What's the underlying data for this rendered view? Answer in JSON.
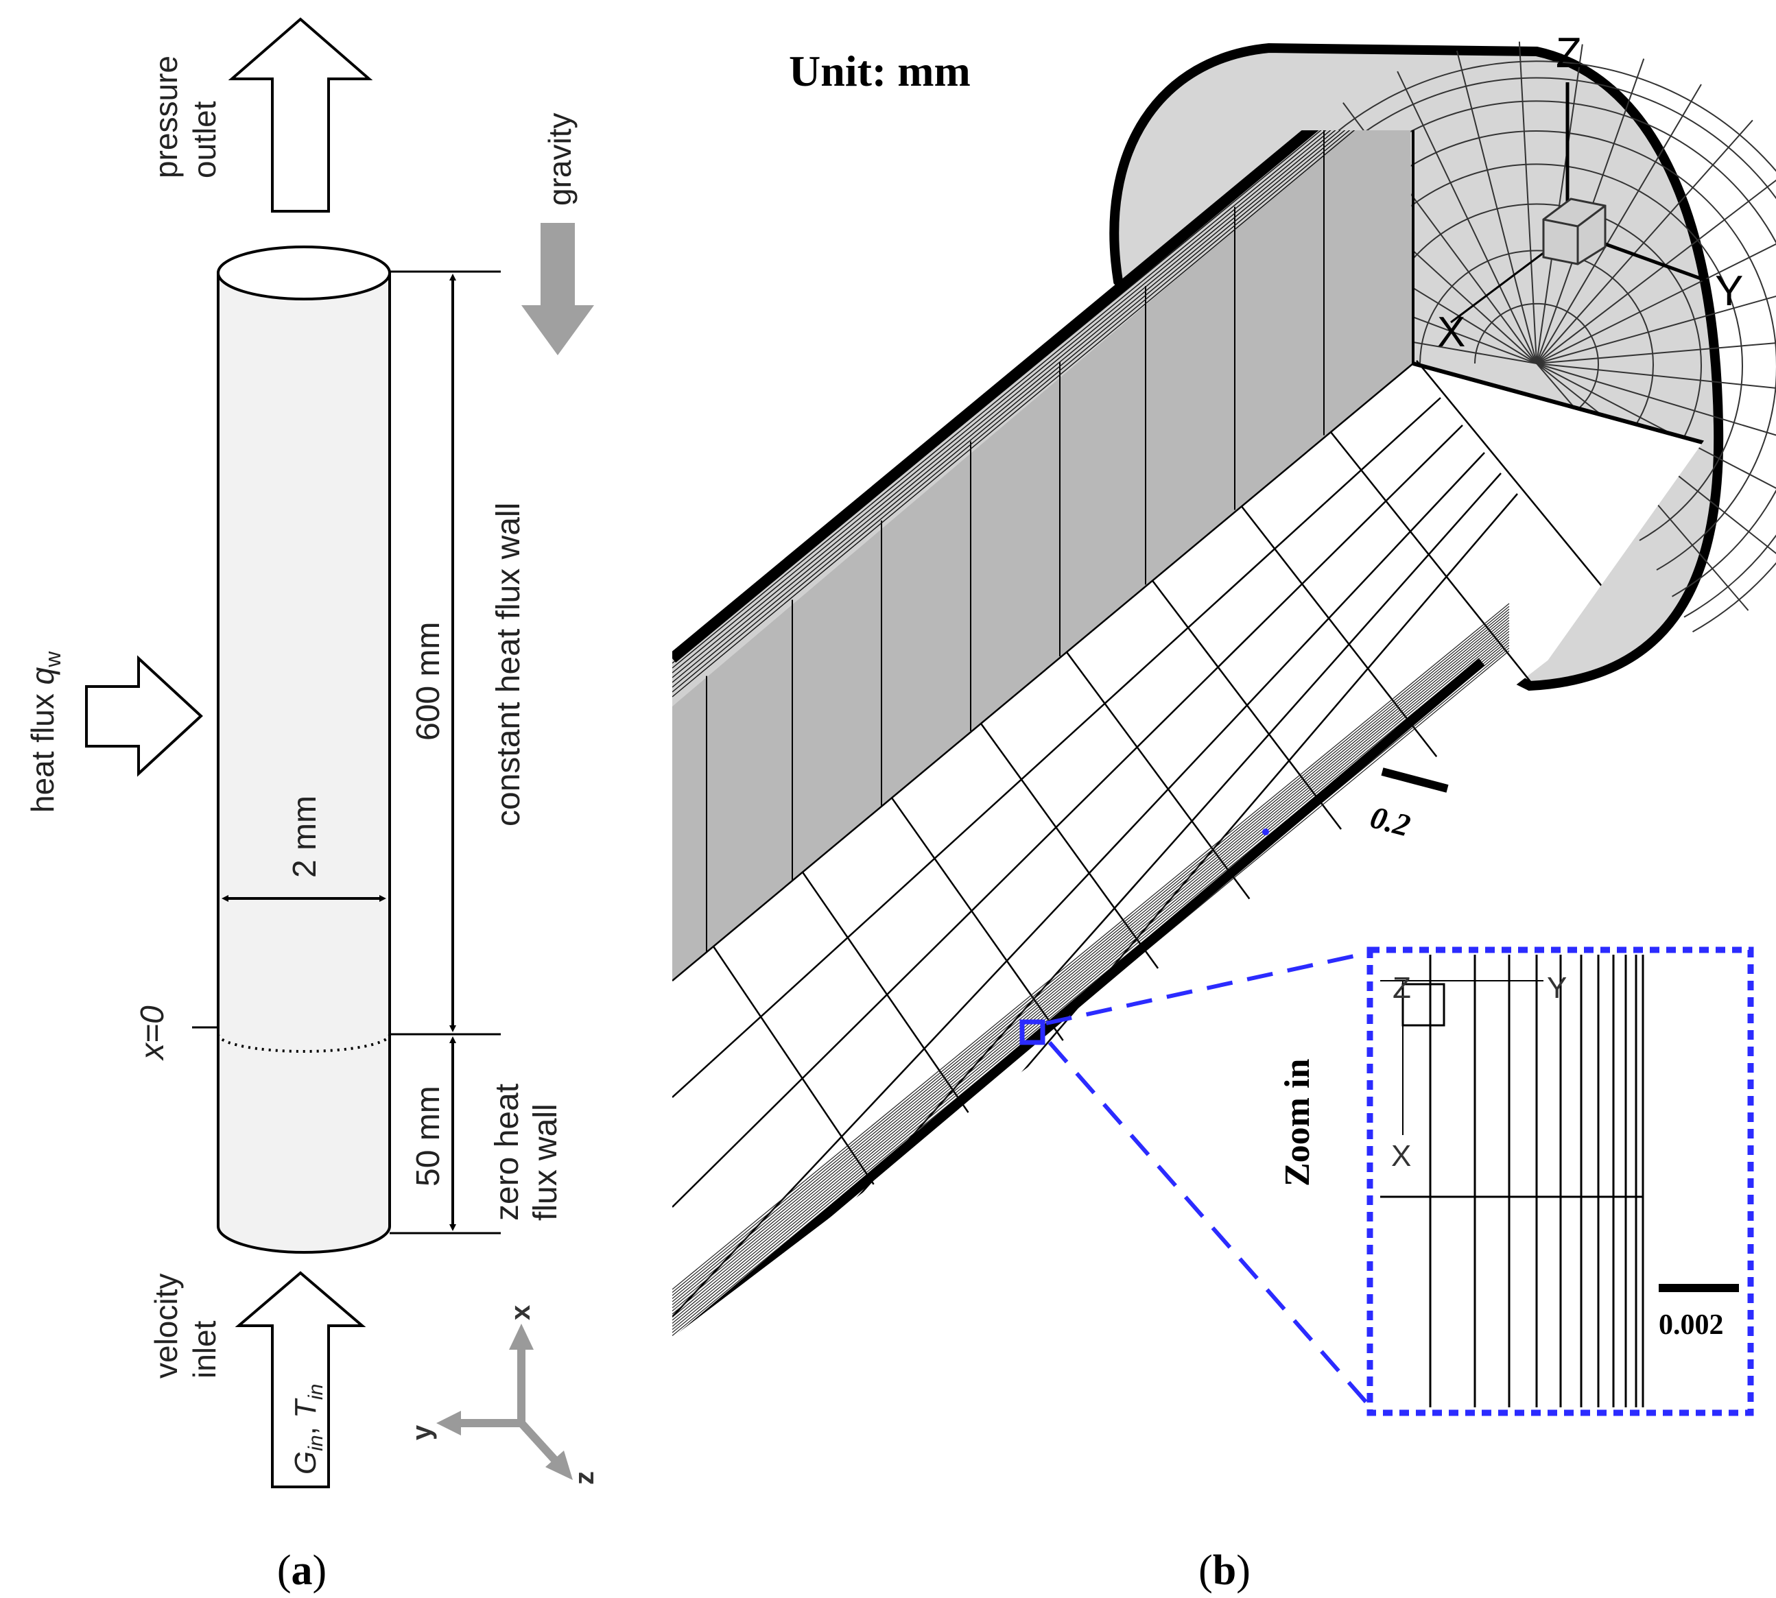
{
  "panel_a": {
    "caption_letter": "a",
    "labels": {
      "pressure_outlet_line1": "pressure",
      "pressure_outlet_line2": "outlet",
      "gravity": "gravity",
      "heat_flux": "heat flux ",
      "heat_flux_symbol": "q",
      "heat_flux_sub": "w",
      "length_600": "600 mm",
      "constant_wall": "constant heat flux wall",
      "diameter": "2 mm",
      "x0": "x=0",
      "length_50": "50 mm",
      "zero_wall_line1": "zero heat",
      "zero_wall_line2": "flux wall",
      "velocity_inlet_line1": "velocity",
      "velocity_inlet_line2": "inlet",
      "inlet_G": "G",
      "inlet_G_sub": "in",
      "inlet_sep": ", ",
      "inlet_T": "T",
      "inlet_T_sub": "in"
    },
    "axes": {
      "x": "x",
      "y": "y",
      "z": "z"
    },
    "colors": {
      "tube_fill": "#f2f2f2",
      "gravity_arrow": "#a0a0a0",
      "axis_gray": "#9a9a9a"
    }
  },
  "panel_b": {
    "caption_letter": "b",
    "unit_label": "Unit: mm",
    "axes": {
      "x": "X",
      "y": "Y",
      "z": "Z"
    },
    "scale_bar_main": "0.2",
    "zoom_label": "Zoom in",
    "inset_axes": {
      "x": "X",
      "y": "Y",
      "z": "Z"
    },
    "scale_bar_inset": "0.002",
    "colors": {
      "highlight": "#2b2bff",
      "mesh_shade": "#b8b8b8",
      "mesh_dark": "#333333"
    }
  }
}
